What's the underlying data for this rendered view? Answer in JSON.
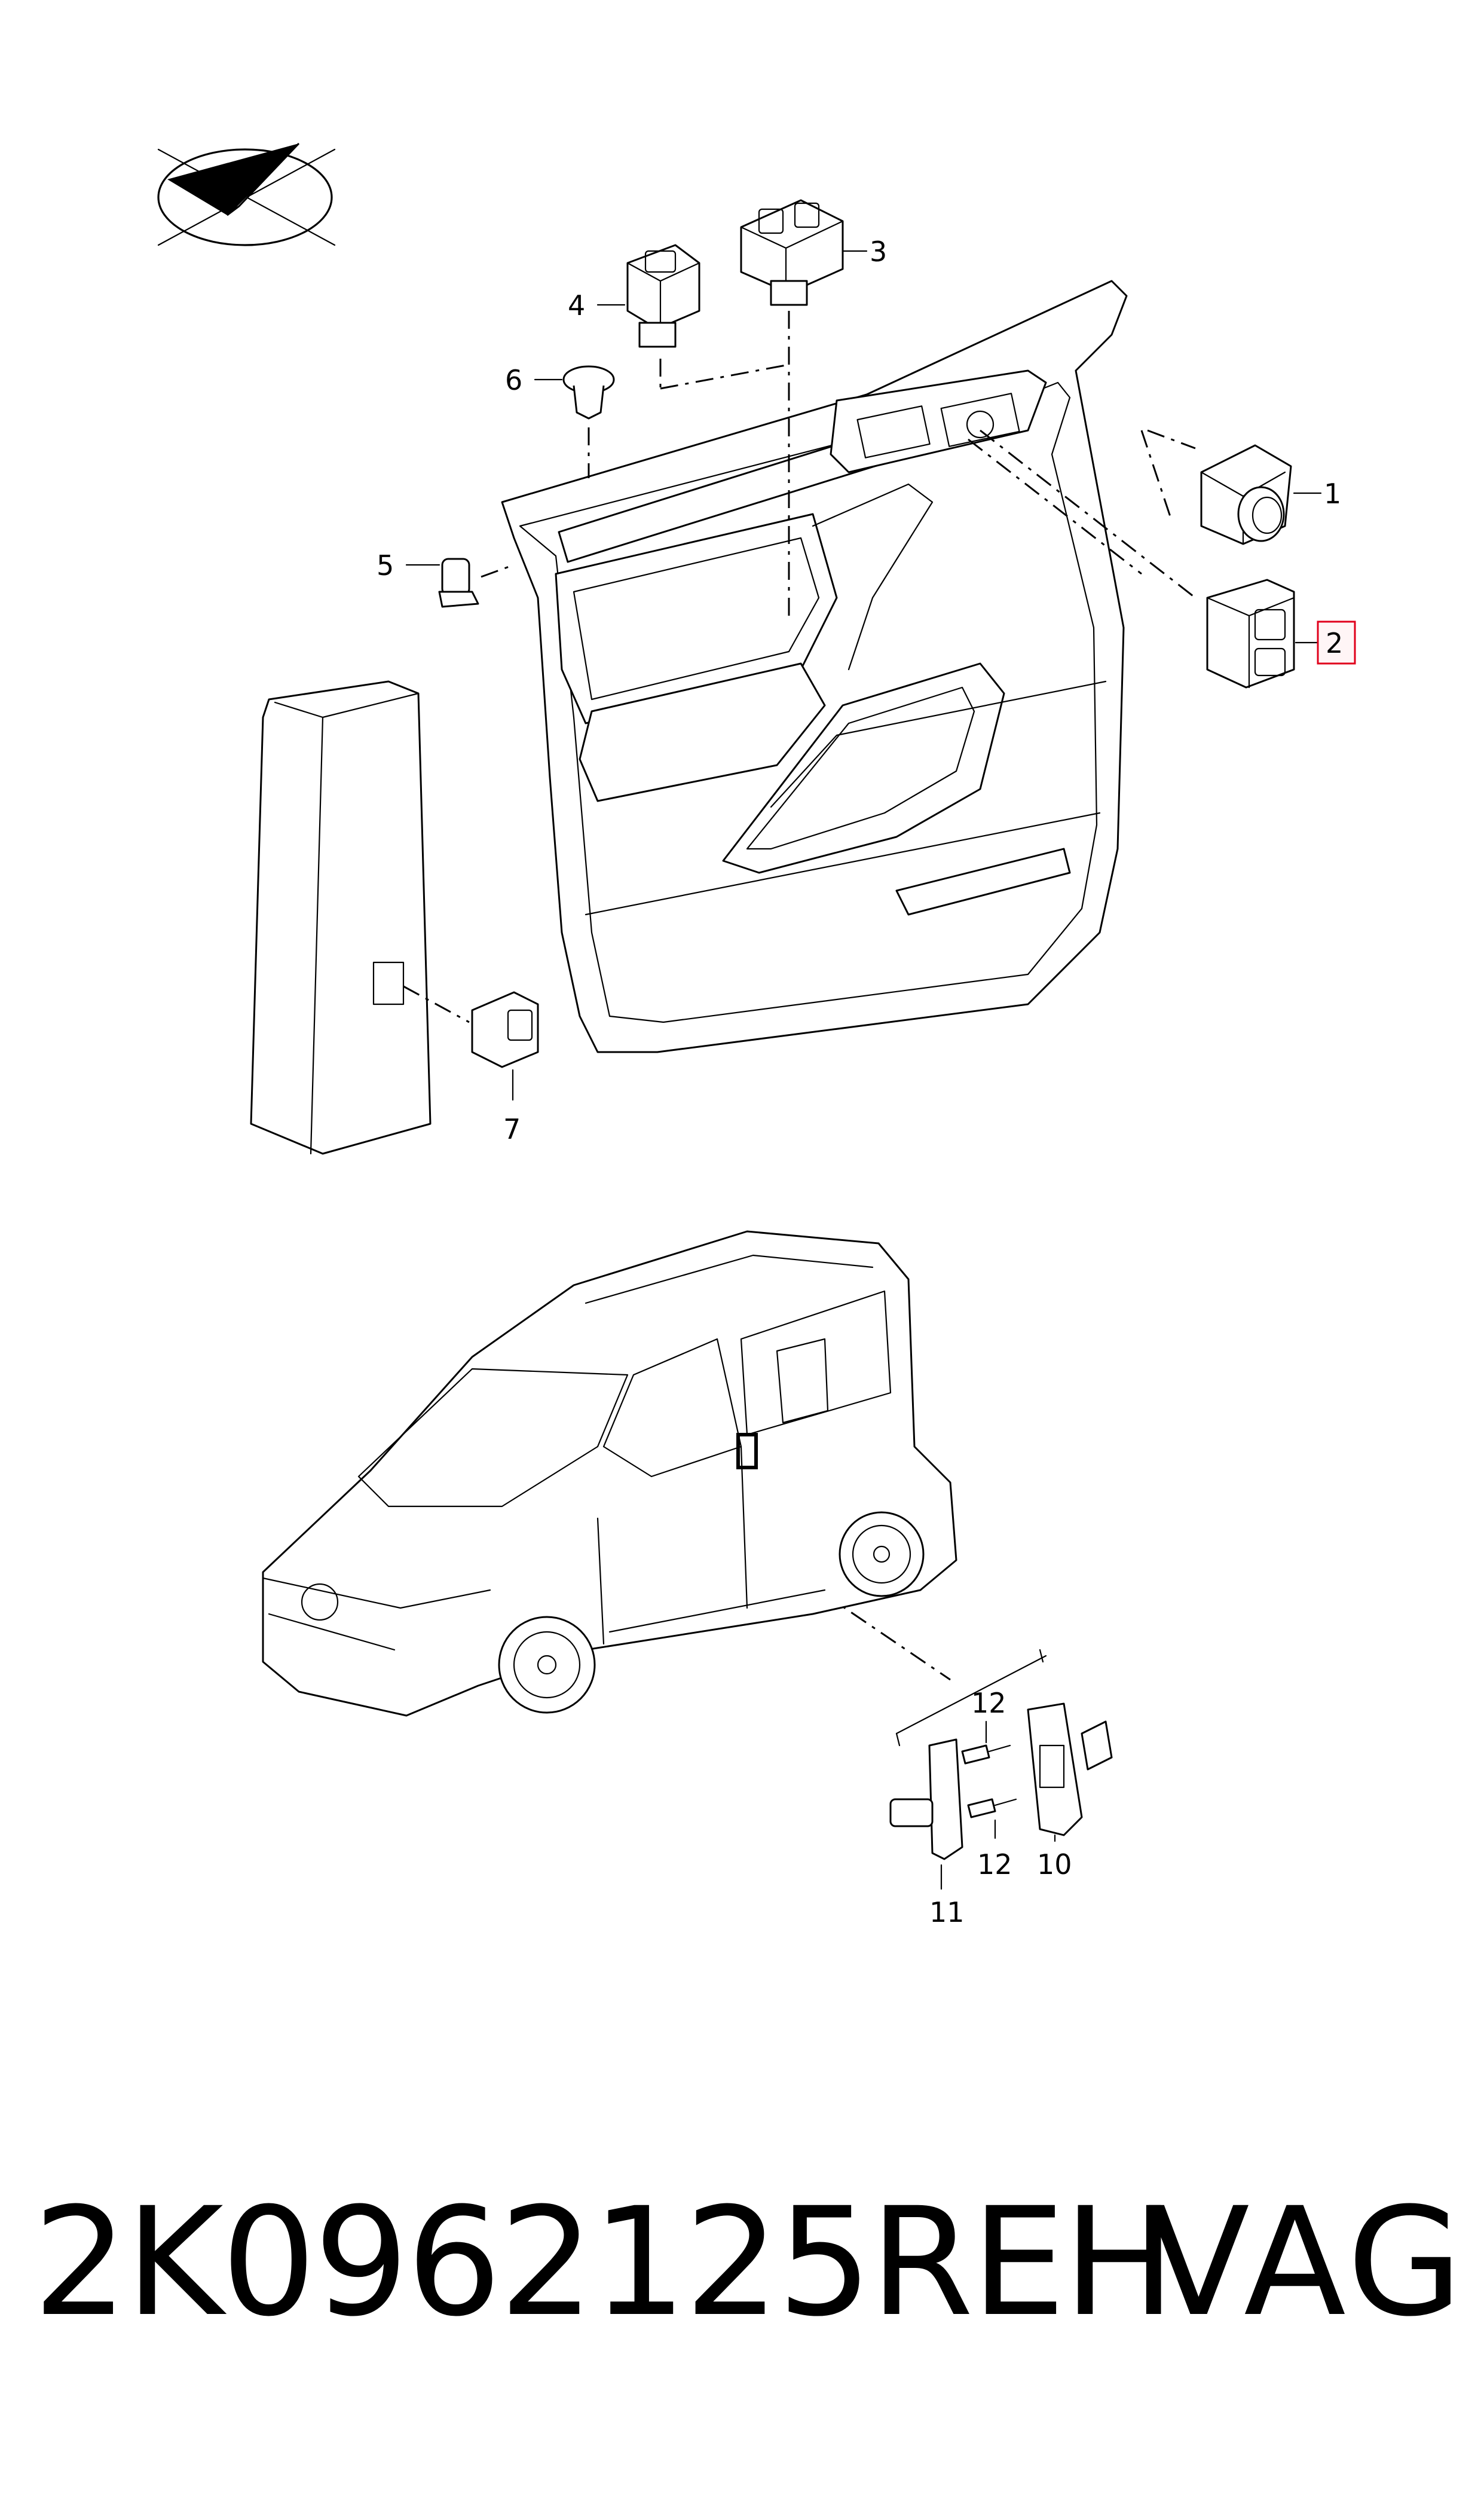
{
  "callouts": {
    "c1": "1",
    "c2": "2",
    "c3": "3",
    "c4": "4",
    "c5": "5",
    "c6": "6",
    "c7": "7",
    "c10": "10",
    "c11": "11",
    "c12a": "12",
    "c12b": "12"
  },
  "highlighted_callout": "2",
  "highlight_color": "#e0001b",
  "footer": {
    "part_number": "2K0962125REH",
    "brand": "VAG"
  },
  "icons": [
    "direction-arrow-icon"
  ]
}
